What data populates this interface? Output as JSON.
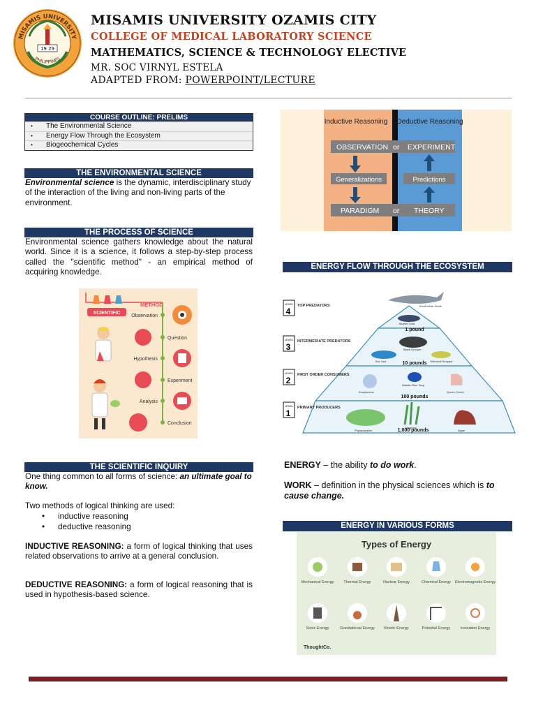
{
  "header": {
    "university": "MISAMIS UNIVERSITY OZAMIS CITY",
    "college": "COLLEGE OF MEDICAL LABORATORY SCIENCE",
    "course": "MATHEMATICS, SCIENCE & TECHNOLOGY ELECTIVE",
    "instructor": "MR. SOC VIRNYL ESTELA",
    "adapted_prefix": "ADAPTED FROM: ",
    "adapted_source": "POWERPOINT/LECTURE"
  },
  "logo": {
    "name": "MISAMIS UNIVERSITY",
    "year": "19 29",
    "country": "PHILIPPINES"
  },
  "outline": {
    "title": "COURSE OUTLINE: PRELIMS",
    "items": [
      "The Environmental Science",
      "Energy Flow Through the Ecosystem",
      "Biogeochemical Cycles"
    ]
  },
  "env_science": {
    "title": "THE ENVIRONMENTAL SCIENCE",
    "term": "Environmental science",
    "definition": " is the dynamic, interdisciplinary study of the interaction of the living and non-living parts of the environment."
  },
  "process": {
    "title": "THE PROCESS OF SCIENCE",
    "text": "Environmental science gathers knowledge about the natural world. Since it is a science, it follows a step-by-step process called the \"scientific method\" - an empirical method of acquiring knowledge."
  },
  "method_graphic": {
    "heading_left": "SCIENTIFIC",
    "heading_right": "METHOD",
    "steps": [
      "Observation",
      "Question",
      "Hypothesis",
      "Experiment",
      "Analysis",
      "Conclusion"
    ]
  },
  "reasoning_diagram": {
    "inductive": "Inductive Reasoning",
    "deductive": "Deductive Reasoning",
    "observation": "OBSERVATION",
    "experiment": "EXPERIMENT",
    "or": "or",
    "generalizations": "Generalizations",
    "predictions": "Predictions",
    "paradigm": "PARADIGM",
    "theory": "THEORY",
    "colors": {
      "left": "#f4b183",
      "right": "#5b9bd5",
      "bar": "#7f7f7f",
      "arrow": "#1f4e79"
    }
  },
  "energy_flow": {
    "title": "ENERGY FLOW THROUGH THE ECOSYSTEM",
    "levels": [
      {
        "num": "4",
        "label": "TOP PREDATORS",
        "weight": "1 pound",
        "organisms": [
          "Great White Shark",
          "Bluefin Tuna"
        ]
      },
      {
        "num": "3",
        "label": "INTERMEDIATE PREDATORS",
        "weight": "10 pounds",
        "organisms": [
          "Black Grouper",
          "Bar Jack",
          "Yellowtail Snapper"
        ]
      },
      {
        "num": "2",
        "label": "FIRST ORDER CONSUMERS",
        "weight": "100 pounds",
        "organisms": [
          "Zooplankton",
          "Atlantic Blue Tang",
          "Queen Conch"
        ]
      },
      {
        "num": "1",
        "label": "PRIMARY PRODUCERS",
        "weight": "1,000 pounds",
        "organisms": [
          "Phytoplankton",
          "Seagrass",
          "Algae"
        ]
      }
    ],
    "level_word": "LEVEL"
  },
  "inquiry": {
    "title": "THE SCIENTIFIC INQUIRY",
    "line1_plain": "One thing common to all forms of science: ",
    "line1_emph": "an ultimate goal to know.",
    "methods_intro": "Two methods of logical thinking are used:",
    "methods": [
      "inductive reasoning",
      "deductive reasoning"
    ],
    "inductive_term": "INDUCTIVE REASONING:",
    "inductive_def": " a form of logical thinking that uses related observations to arrive at a general conclusion.",
    "deductive_term": "DEDUCTIVE REASONING:",
    "deductive_def": " a form of logical reasoning that is used in hypothesis-based science."
  },
  "energy_def": {
    "energy_term": "ENERGY",
    "energy_mid": " – the ability ",
    "energy_emph": "to do work",
    "energy_end": ".",
    "work_term": "WORK",
    "work_mid": " – definition in the physical sciences which is ",
    "work_emph": "to cause change."
  },
  "energy_forms": {
    "title": "ENERGY IN VARIOUS FORMS",
    "graphic_title": "Types of Energy",
    "types_row1": [
      "Mechanical Energy",
      "Thermal Energy",
      "Nuclear Energy",
      "Chemical Energy",
      "Electromagnetic Energy"
    ],
    "types_row2": [
      "Sonic Energy",
      "Gravitational Energy",
      "Kinetic Energy",
      "Potential Energy",
      "Ionization Energy"
    ],
    "source": "ThoughtCo."
  }
}
